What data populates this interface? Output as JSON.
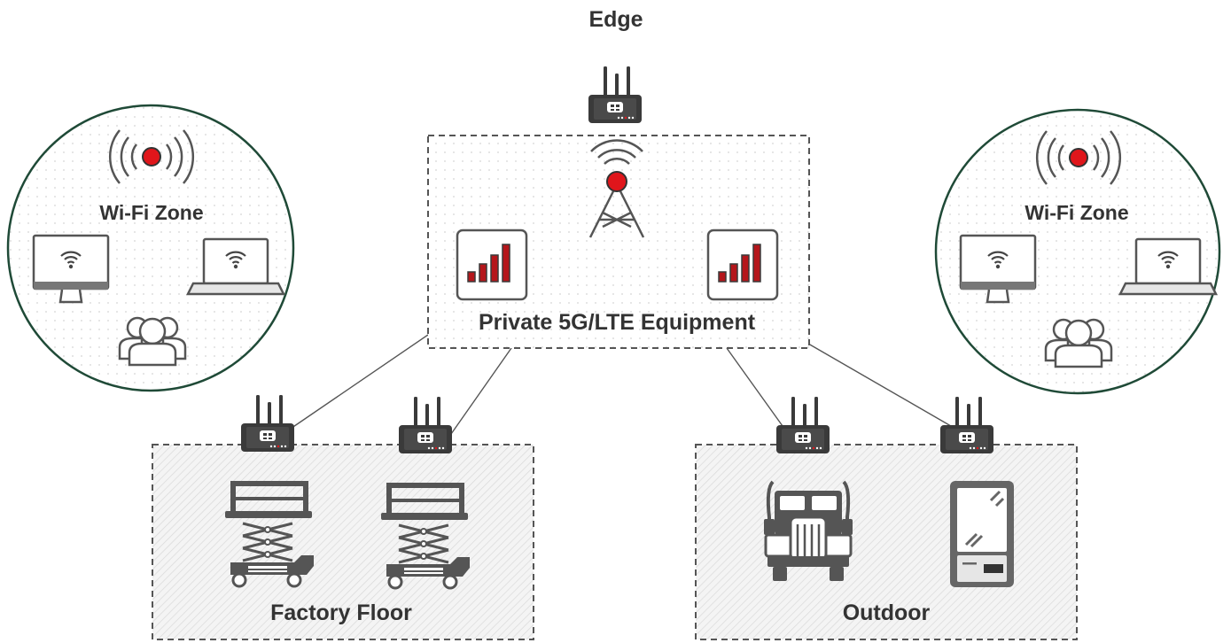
{
  "edge": {
    "title": "Edge"
  },
  "equipment": {
    "label": "Private 5G/LTE Equipment"
  },
  "wifi_left": {
    "label": "Wi-Fi Zone"
  },
  "wifi_right": {
    "label": "Wi-Fi Zone"
  },
  "factory": {
    "label": "Factory Floor"
  },
  "outdoor": {
    "label": "Outdoor"
  },
  "colors": {
    "accent_red": "#e0161b",
    "zone_border": "#1f4a37",
    "icon_stroke": "#555555",
    "label_text": "#333333",
    "dashed_border": "#555555"
  },
  "icons": [
    "router-icon",
    "cell-tower-icon",
    "signal-bars-icon",
    "wifi-broadcast-icon",
    "monitor-wifi-icon",
    "laptop-wifi-icon",
    "users-group-icon",
    "scissor-lift-icon",
    "truck-icon",
    "kiosk-icon"
  ]
}
